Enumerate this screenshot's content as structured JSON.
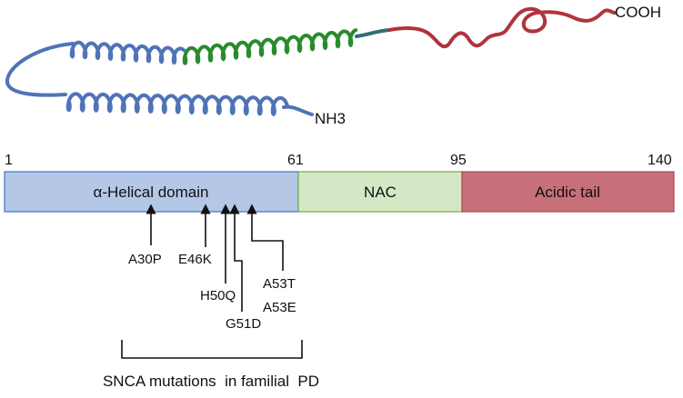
{
  "structure": {
    "c_terminus_label": "COOH",
    "n_terminus_label": "NH3",
    "colors": {
      "helix_blue": "#4f73b8",
      "helix_green": "#2a8a2f",
      "tail_red": "#b0333d",
      "linker_teal": "#2e6f77"
    }
  },
  "domain_bar": {
    "positions": [
      "1",
      "61",
      "95",
      "140"
    ],
    "segments": [
      {
        "label": "α-Helical domain",
        "start": 1,
        "end": 61,
        "fill": "#b4c7e7",
        "stroke": "#4472c4"
      },
      {
        "label": "NAC",
        "start": 61,
        "end": 95,
        "fill": "#d5e8c6",
        "stroke": "#70ad47"
      },
      {
        "label": "Acidic tail",
        "start": 95,
        "end": 140,
        "fill": "#c7707a",
        "stroke": "#a64d57"
      }
    ]
  },
  "mutations": {
    "labels": [
      "A30P",
      "E46K",
      "H50Q",
      "G51D",
      "A53T",
      "A53E"
    ],
    "caption": "SNCA mutations  in familial  PD"
  }
}
